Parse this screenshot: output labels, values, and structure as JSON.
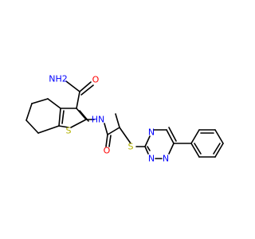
{
  "colors": {
    "bond": "#000000",
    "N": "#0000ff",
    "O": "#ff0000",
    "S": "#b2b200",
    "background": "#ffffff"
  },
  "atoms": {
    "nh2": "NH2",
    "o_amide1": "O",
    "s_thiophene": "S",
    "nh": "HN",
    "o_amide2": "O",
    "s_thioether": "S",
    "n_triazine_a": "N",
    "n_triazine_b": "N",
    "n_triazine_c": "N"
  }
}
